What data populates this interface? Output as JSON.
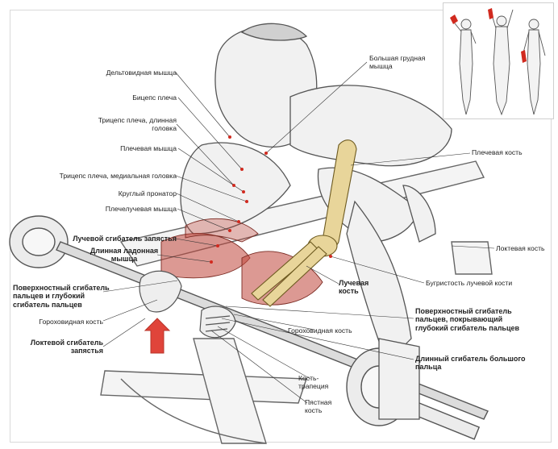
{
  "labels": {
    "deltoid": "Дельтовидная мышца",
    "biceps": "Бицепс плеча",
    "triceps_long": [
      "Трицепс плеча, длинная",
      "головка"
    ],
    "brachialis": "Плечевая мышца",
    "triceps_medial": "Трицепс плеча, медиальная головка",
    "pronator": "Круглый пронатор",
    "brachioradialis": "Плечелучевая мышца",
    "fcr": "Лучевой сгибатель запястья",
    "palmaris": [
      "Длинная ладонная",
      "мышца"
    ],
    "superficial_flexor_left": [
      "Поверхностный сгибатель",
      "пальцев и глубокий",
      "сгибатель пальцев"
    ],
    "pisiform_left": "Гороховидная кость",
    "fcu": [
      "Локтевой сгибатель",
      "запястья"
    ],
    "pectoralis": [
      "Большая грудная",
      "мышца"
    ],
    "humerus": "Плечевая кость",
    "ulna": "Локтевая кость",
    "radial_tuberosity": "Бугристость лучевой кости",
    "radius": [
      "Лучевая",
      "кость"
    ],
    "superficial_flexor_right": [
      "Поверхностный сгибатель",
      "пальцев, покрывающий",
      "глубокий сгибатель пальцев"
    ],
    "pisiform_right": "Гороховидная кость",
    "fpl": [
      "Длинный сгибатель большого",
      "пальца"
    ],
    "trapezium": [
      "Кость-",
      "трапеция"
    ],
    "metacarpal": [
      "Пястная",
      "кость"
    ]
  },
  "colors": {
    "ink": "#222222",
    "sketch": "#555555",
    "muscle": "#c0453a",
    "bone": "#e8d59a",
    "arrow": "#e0443a"
  },
  "icons": {
    "arrow": "up-arrow-icon",
    "inset": "body-figures-icon"
  }
}
